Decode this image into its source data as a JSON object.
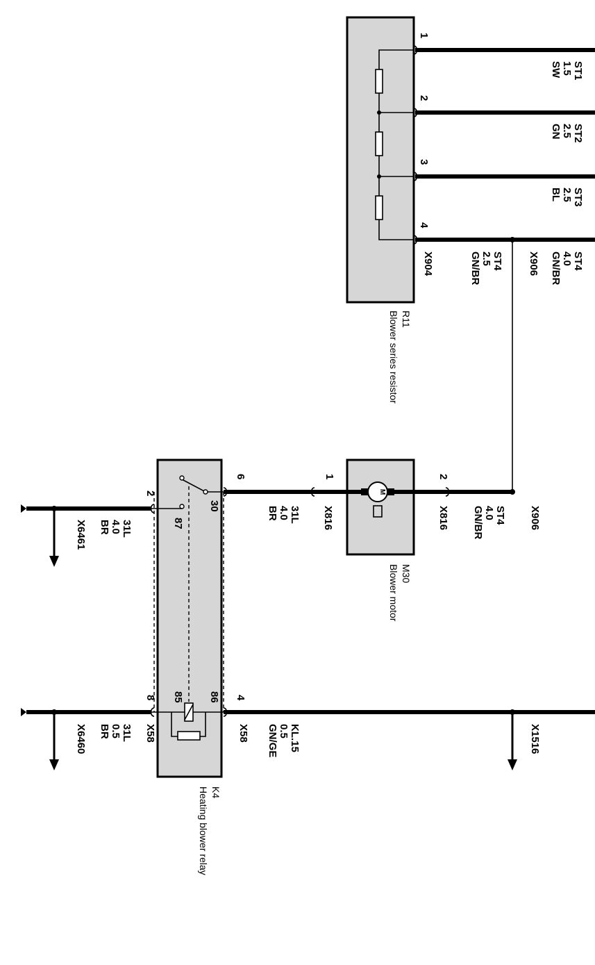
{
  "components": {
    "r11": {
      "id": "R11",
      "name": "Blower series resistor"
    },
    "m30": {
      "id": "M30",
      "name": "Blower motor",
      "motor_symbol": "M"
    },
    "k4": {
      "id": "K4",
      "name": "Heating blower relay"
    }
  },
  "r11_pins": [
    "1",
    "2",
    "3",
    "4"
  ],
  "r11_wires": [
    {
      "circuit": "ST1",
      "gauge": "1.5",
      "color": "SW"
    },
    {
      "circuit": "ST2",
      "gauge": "2.5",
      "color": "GN"
    },
    {
      "circuit": "ST3",
      "gauge": "2.5",
      "color": "BL"
    },
    {
      "circuit": "ST4",
      "gauge": "4.0",
      "color": "GN/BR"
    }
  ],
  "r11_pin4_wire": {
    "circuit": "ST4",
    "gauge": "2.5",
    "color": "GN/BR"
  },
  "m30_pins": {
    "left": "1",
    "right": "2"
  },
  "m30_left_wire": {
    "circuit": "31L",
    "gauge": "4.0",
    "color": "BR"
  },
  "m30_right_wire": {
    "circuit": "ST4",
    "gauge": "4.0",
    "color": "GN/BR"
  },
  "k4_pins": {
    "p2": "2",
    "p6": "6",
    "p8": "8",
    "p4": "4",
    "t30": "30",
    "t87": "87",
    "t85": "85",
    "t86": "86"
  },
  "k4_pin2_wire": {
    "circuit": "31L",
    "gauge": "4.0",
    "color": "BR"
  },
  "k4_pin8_wire": {
    "circuit": "31L",
    "gauge": "0.5",
    "color": "BR"
  },
  "k4_pin4_wire": {
    "circuit": "KL.15",
    "gauge": "0.5",
    "color": "GN/GE"
  },
  "connectors": {
    "x904": "X904",
    "x906_top": "X906",
    "x906_mid": "X906",
    "x816_left": "X816",
    "x816_right": "X816",
    "x58_left": "X58",
    "x58_right": "X58",
    "x6461": "X6461",
    "x6460": "X6460",
    "x1516": "X1516"
  }
}
